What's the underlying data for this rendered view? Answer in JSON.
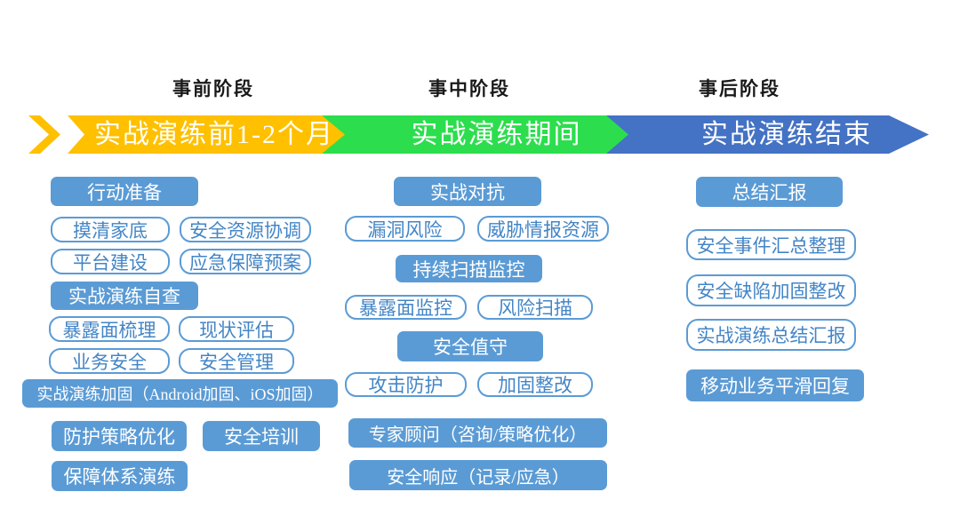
{
  "phases": [
    {
      "header": "事前阶段",
      "banner_label": "实战演练前1-2个月",
      "banner_color": "#FFC000"
    },
    {
      "header": "事中阶段",
      "banner_label": "实战演练期间",
      "banner_color": "#2CDE4D"
    },
    {
      "header": "事后阶段",
      "banner_label": "实战演练结束",
      "banner_color": "#4472C4"
    }
  ],
  "colors": {
    "solid_box_fill": "#5B9BD5",
    "outline_box_border": "#5B9BD5",
    "outline_box_text": "#4385C6",
    "banner_text": "#ffffff",
    "header_text": "#1a1a1a"
  },
  "columns": [
    {
      "phase": "事前阶段",
      "boxes": [
        {
          "label": "行动准备",
          "style": "solid"
        },
        {
          "label": "摸清家底",
          "style": "outline"
        },
        {
          "label": "安全资源协调",
          "style": "outline"
        },
        {
          "label": "平台建设",
          "style": "outline"
        },
        {
          "label": "应急保障预案",
          "style": "outline"
        },
        {
          "label": "实战演练自查",
          "style": "solid"
        },
        {
          "label": "暴露面梳理",
          "style": "outline"
        },
        {
          "label": "现状评估",
          "style": "outline"
        },
        {
          "label": "业务安全",
          "style": "outline"
        },
        {
          "label": "安全管理",
          "style": "outline"
        },
        {
          "label": "实战演练加固（Android加固、iOS加固）",
          "style": "solid"
        },
        {
          "label": "防护策略优化",
          "style": "solid"
        },
        {
          "label": "安全培训",
          "style": "solid"
        },
        {
          "label": "保障体系演练",
          "style": "solid"
        }
      ]
    },
    {
      "phase": "事中阶段",
      "boxes": [
        {
          "label": "实战对抗",
          "style": "solid"
        },
        {
          "label": "漏洞风险",
          "style": "outline"
        },
        {
          "label": "威胁情报资源",
          "style": "outline"
        },
        {
          "label": "持续扫描监控",
          "style": "solid"
        },
        {
          "label": "暴露面监控",
          "style": "outline"
        },
        {
          "label": "风险扫描",
          "style": "outline"
        },
        {
          "label": "安全值守",
          "style": "solid"
        },
        {
          "label": "攻击防护",
          "style": "outline"
        },
        {
          "label": "加固整改",
          "style": "outline"
        },
        {
          "label": "专家顾问（咨询/策略优化）",
          "style": "solid"
        },
        {
          "label": "安全响应（记录/应急）",
          "style": "solid"
        }
      ]
    },
    {
      "phase": "事后阶段",
      "boxes": [
        {
          "label": "总结汇报",
          "style": "solid"
        },
        {
          "label": "安全事件汇总整理",
          "style": "outline"
        },
        {
          "label": "安全缺陷加固整改",
          "style": "outline"
        },
        {
          "label": "实战演练总结汇报",
          "style": "outline"
        },
        {
          "label": "移动业务平滑回复",
          "style": "solid"
        }
      ]
    }
  ]
}
